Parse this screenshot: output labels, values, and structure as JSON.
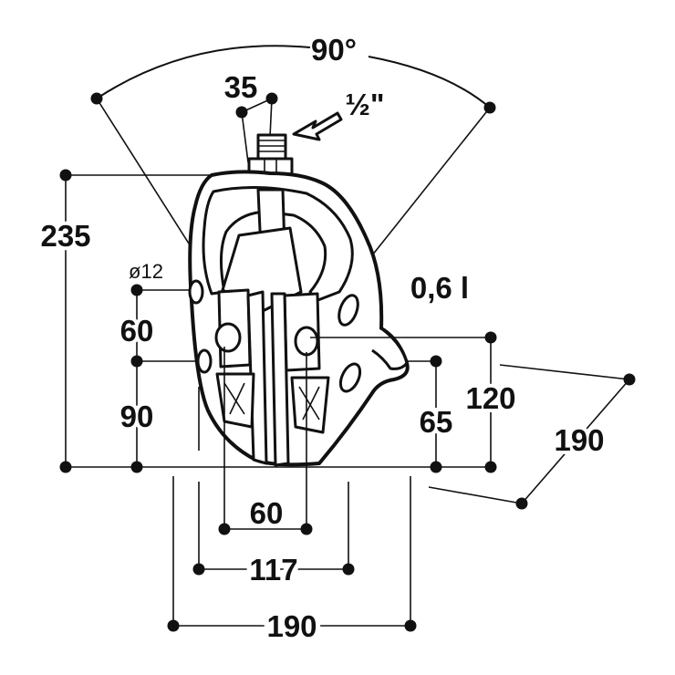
{
  "labels": {
    "angle": "90°",
    "top_width": "35",
    "thread": "½\"",
    "height_total": "235",
    "hole_diameter": "ø12",
    "hole_spacing_v": "60",
    "hole_height": "90",
    "volume": "0,6 l",
    "height_right_a": "120",
    "height_right_b": "65",
    "depth": "190",
    "hole_spacing_h": "60",
    "base_inner": "117",
    "base_outer": "190"
  }
}
